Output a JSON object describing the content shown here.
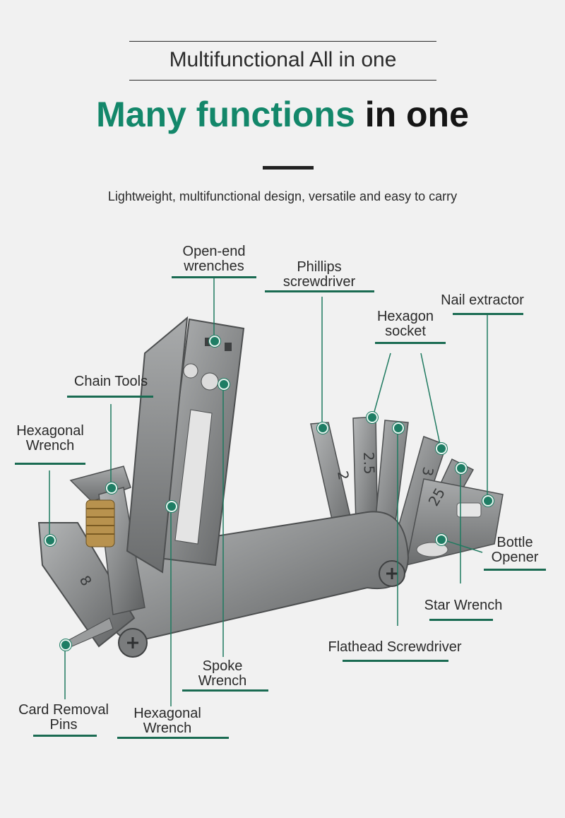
{
  "header": {
    "kicker": "Multifunctional All in one",
    "headline_green": "Many functions",
    "headline_dark": "in one",
    "subline": "Lightweight, multifunctional design, versatile and easy to carry"
  },
  "tool": {
    "markings": [
      "8",
      "2",
      "2.5",
      "3",
      "25"
    ]
  },
  "callouts": {
    "open_end_wrenches": "Open-end wrenches",
    "phillips_screwdriver": "Phillips screwdriver",
    "nail_extractor": "Nail extractor",
    "hexagon_socket": "Hexagon socket",
    "chain_tools": "Chain Tools",
    "hexagonal_wrench_left": "Hexagonal Wrench",
    "bottle_opener": "Bottle Opener",
    "star_wrench": "Star Wrench",
    "flathead_screwdriver": "Flathead Screwdriver",
    "spoke_wrench": "Spoke Wrench",
    "card_removal_pins": "Card Removal Pins",
    "hexagonal_wrench_bottom": "Hexagonal Wrench"
  },
  "colors": {
    "accent_green": "#13876a",
    "line_green": "#1a6b52",
    "background": "#f1f1f1",
    "tool_metal": "#8e9091"
  }
}
